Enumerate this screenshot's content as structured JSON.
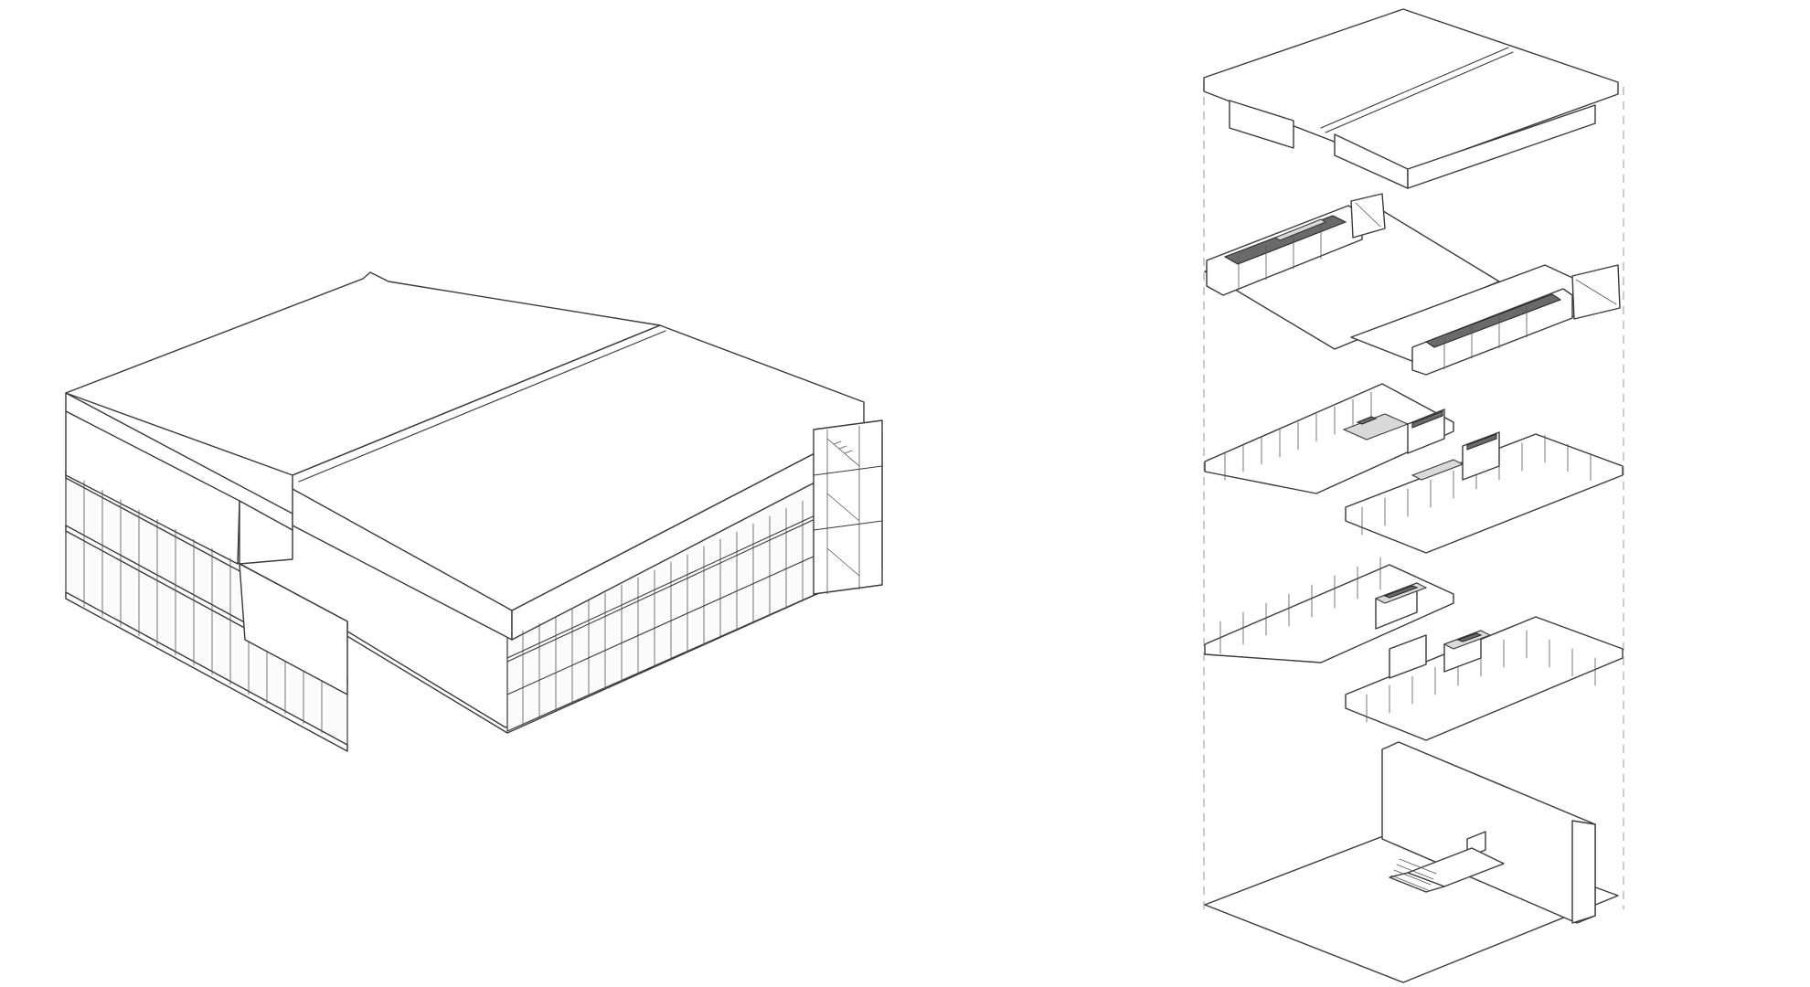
{
  "drawing": {
    "left_view": "axonometric-building",
    "right_view": "exploded-axonometric",
    "exploded_layers": [
      "roof",
      "third-floor",
      "second-floor",
      "first-floor",
      "ground-plinth"
    ]
  },
  "colors": {
    "background": "#ffffff",
    "linework": "#3a3a3a",
    "shading": "#d9d9d9",
    "dashed_guides": "#a8a8a8"
  }
}
